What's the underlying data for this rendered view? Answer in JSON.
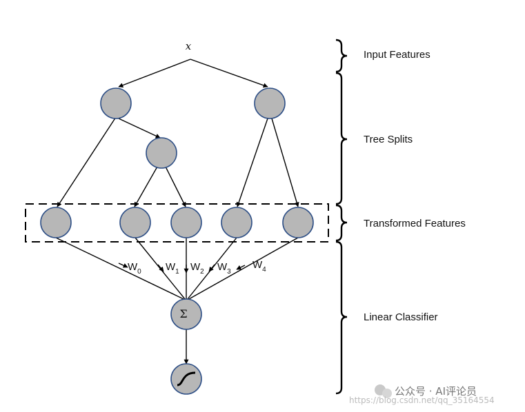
{
  "input_label": "x",
  "sum_symbol": "Σ",
  "sections": {
    "input_features": "Input Features",
    "tree_splits": "Tree Splits",
    "transformed_features": "Transformed Features",
    "linear_classifier": "Linear Classifier"
  },
  "weights": [
    {
      "base": "W",
      "sub": "0"
    },
    {
      "base": "W",
      "sub": "1"
    },
    {
      "base": "W",
      "sub": "2"
    },
    {
      "base": "W",
      "sub": "3"
    },
    {
      "base": "W",
      "sub": "4"
    }
  ],
  "watermark": {
    "text": "公众号 · AI评论员",
    "url": "https://blog.csdn.net/qq_35164554"
  },
  "colors": {
    "node_fill": "#b7b7b7",
    "node_stroke": "#2e4f86",
    "edge": "#000000"
  }
}
